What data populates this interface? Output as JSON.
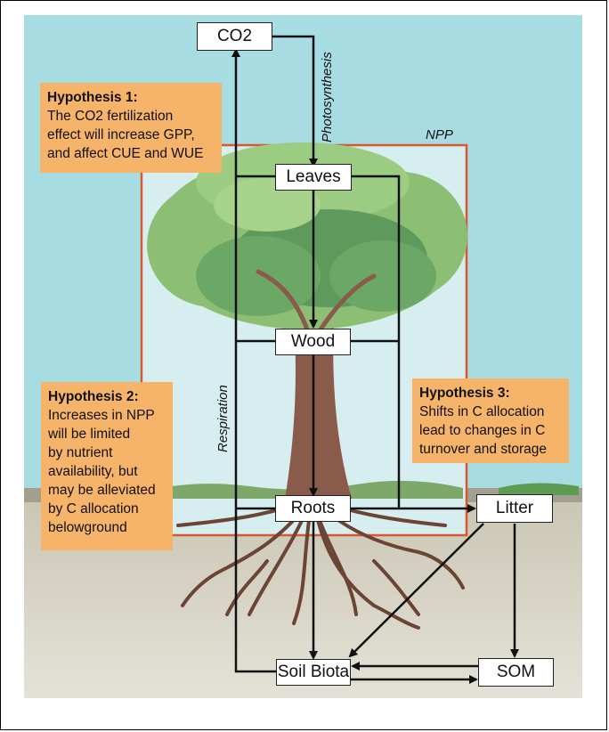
{
  "boxes": {
    "co2": "CO2",
    "leaves": "Leaves",
    "wood": "Wood",
    "roots": "Roots",
    "litter": "Litter",
    "soil_biota": "Soil Biota",
    "som": "SOM"
  },
  "labels": {
    "photosynthesis": "Photosynthesis",
    "respiration": "Respiration",
    "npp": "NPP"
  },
  "hypotheses": [
    {
      "title": "Hypothesis 1:",
      "body": "The CO2 fertilization\neffect will increase GPP,\nand affect CUE and WUE"
    },
    {
      "title": "Hypothesis 2:",
      "body": "Increases in NPP\nwill be limited\nby nutrient\navailability, but\nmay be alleviated\nby C allocation\nbelowground"
    },
    {
      "title": "Hypothesis 3:",
      "body": "Shifts in C allocation\nlead to changes in C\nturnover and storage"
    }
  ],
  "colors": {
    "sky": "#a8dce3",
    "ground": "#dedbd0",
    "hypothesis_box": "#f6b36a",
    "npp_border": "#d9572f",
    "foliage": "#7fb36a",
    "trunk": "#8a5a4a"
  }
}
